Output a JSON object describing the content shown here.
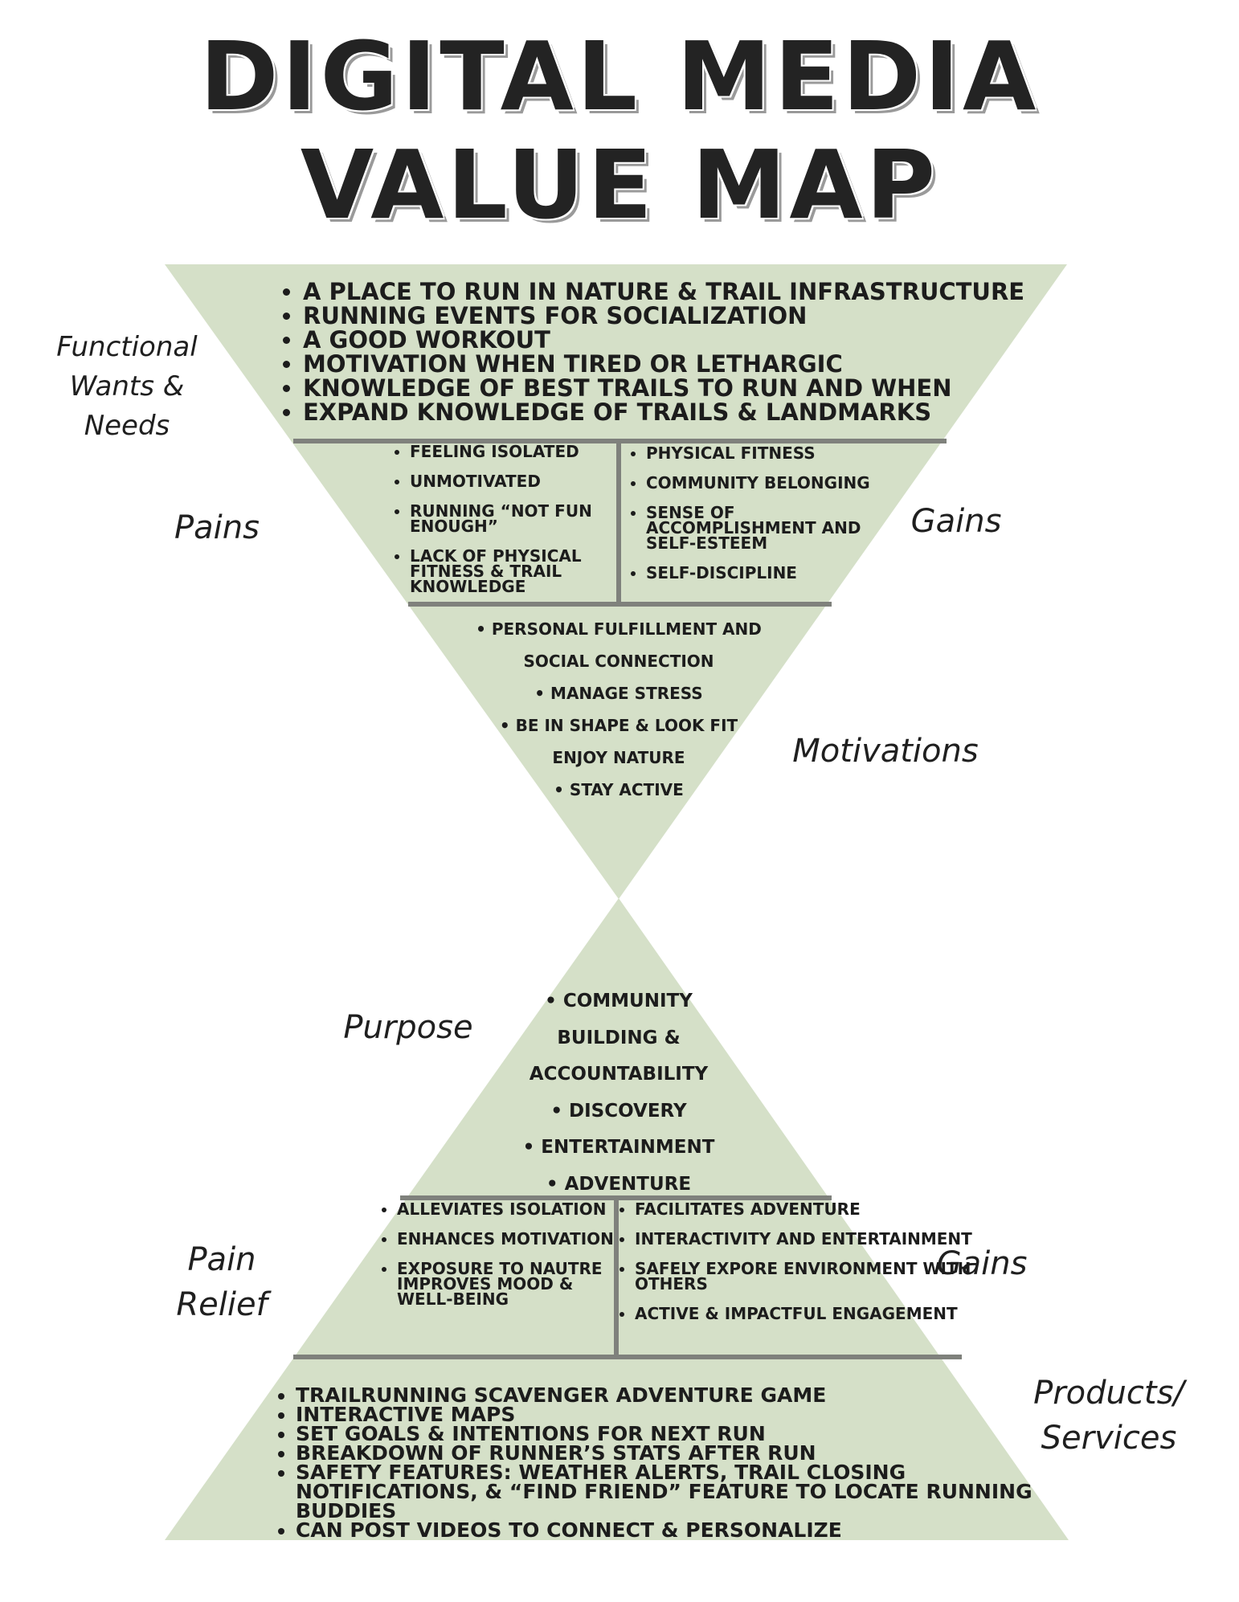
{
  "title": {
    "line1": "DIGITAL MEDIA",
    "line2": "VALUE MAP"
  },
  "colors": {
    "fill": "#d5e0c8",
    "divider": "#7f817c",
    "text": "#1c1c1c"
  },
  "labels": {
    "functional": "Functional Wants & Needs",
    "pains": "Pains",
    "gains_top": "Gains",
    "motivations": "Motivations",
    "purpose": "Purpose",
    "pain_relief": "Pain Relief",
    "gains_bottom": "Gains",
    "products": "Products/ Services"
  },
  "functional_items": [
    "A PLACE TO RUN IN NATURE & TRAIL INFRASTRUCTURE",
    "RUNNING EVENTS FOR SOCIALIZATION",
    "A GOOD WORKOUT",
    "MOTIVATION WHEN TIRED OR LETHARGIC",
    "KNOWLEDGE OF BEST TRAILS TO RUN AND WHEN",
    "EXPAND KNOWLEDGE OF TRAILS & LANDMARKS"
  ],
  "pains_items": [
    "FEELING ISOLATED",
    "UNMOTIVATED",
    "RUNNING “NOT FUN ENOUGH”",
    "LACK OF PHYSICAL FITNESS & TRAIL KNOWLEDGE"
  ],
  "gains_top_items": [
    "PHYSICAL FITNESS",
    "COMMUNITY BELONGING",
    "SENSE OF ACCOMPLISHMENT AND SELF-ESTEEM",
    "SELF-DISCIPLINE"
  ],
  "motivation_lines": [
    "• PERSONAL FULFILLMENT AND",
    "SOCIAL CONNECTION",
    "• MANAGE STRESS",
    "• BE IN SHAPE & LOOK FIT",
    "ENJOY NATURE",
    "• STAY ACTIVE"
  ],
  "purpose_lines": [
    "• COMMUNITY",
    "BUILDING &",
    "ACCOUNTABILITY",
    "• DISCOVERY",
    "• ENTERTAINMENT",
    "• ADVENTURE"
  ],
  "pain_relief_items": [
    "ALLEVIATES ISOLATION",
    "ENHANCES MOTIVATION",
    "EXPOSURE TO NAUTRE IMPROVES MOOD & WELL-BEING"
  ],
  "gains_bottom_items": [
    "FACILITATES ADVENTURE",
    "INTERACTIVITY AND ENTERTAINMENT",
    "SAFELY EXPORE ENVIRONMENT WITH OTHERS",
    "ACTIVE & IMPACTFUL ENGAGEMENT"
  ],
  "product_items": [
    "TRAILRUNNING SCAVENGER ADVENTURE GAME",
    "INTERACTIVE MAPS",
    "SET GOALS & INTENTIONS FOR NEXT RUN",
    "BREAKDOWN OF RUNNER’S STATS AFTER RUN",
    "SAFETY FEATURES: WEATHER ALERTS, TRAIL CLOSING NOTIFICATIONS, & “FIND FRIEND” FEATURE TO LOCATE RUNNING BUDDIES",
    "CAN POST VIDEOS TO CONNECT & PERSONALIZE"
  ]
}
